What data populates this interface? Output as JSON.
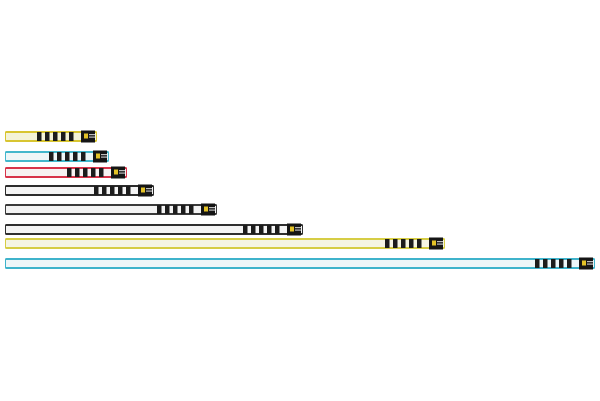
{
  "scene": {
    "background": "#ffffff",
    "slings": [
      {
        "name": "sling-1",
        "edge_color": "#d8c531",
        "body_color": "#f4f3d8",
        "stripes": 5,
        "label_tab": true
      },
      {
        "name": "sling-2",
        "edge_color": "#43b7cc",
        "body_color": "#eef6f7",
        "stripes": 5,
        "label_tab": true
      },
      {
        "name": "sling-3",
        "edge_color": "#d7344a",
        "body_color": "#f7f2f2",
        "stripes": 5,
        "label_tab": true
      },
      {
        "name": "sling-4",
        "edge_color": "#2c2c2c",
        "body_color": "#f4f4f4",
        "stripes": 5,
        "label_tab": true
      },
      {
        "name": "sling-5",
        "edge_color": "#3a3a3a",
        "body_color": "#f3f3f3",
        "stripes": 5,
        "label_tab": true
      },
      {
        "name": "sling-6",
        "edge_color": "#2f2f2f",
        "body_color": "#f4f4f4",
        "stripes": 5,
        "label_tab": true
      },
      {
        "name": "sling-7",
        "edge_color": "#d6cd45",
        "body_color": "#f5f5e4",
        "stripes": 5,
        "label_tab": true
      },
      {
        "name": "sling-8",
        "edge_color": "#3fb3cb",
        "body_color": "#eef6f8",
        "stripes": 5,
        "label_tab": true
      }
    ]
  }
}
